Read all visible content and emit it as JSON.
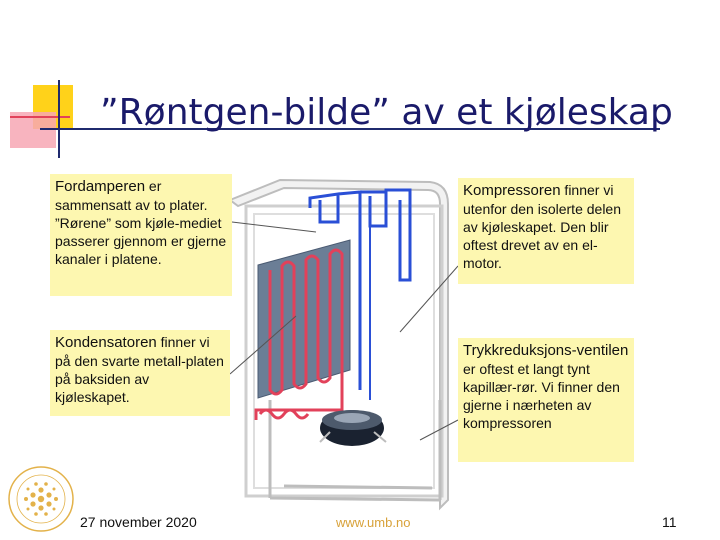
{
  "slide": {
    "title": "”Røntgen-bilde” av et kjøleskap"
  },
  "callouts": {
    "fordamper": {
      "head": "Fordamperen",
      "text": " er sammensatt av to plater. ”Rørene” som kjøle-mediet passerer gjennom er gjerne kanaler i platene."
    },
    "kompressor": {
      "head": "Kompressoren",
      "text": " finner vi utenfor den isolerte delen av kjøleskapet. Den blir oftest drevet av en el-motor."
    },
    "kondensator": {
      "head": "Kondensatoren",
      "text": " finner vi på den svarte metall-platen på baksiden av kjøleskapet."
    },
    "trykkreduksjon": {
      "head": "Trykkreduksjons-ventilen",
      "text": " er oftest et langt tynt kapillær-rør. Vi finner den gjerne i nærheten av kompressoren"
    }
  },
  "footer": {
    "date": "27 november 2020",
    "url": "www.umb.no",
    "page": "11"
  },
  "colors": {
    "title": "#1a1a6a",
    "callout_bg": "#fdf7b0",
    "hot_pipe": "#e2415a",
    "cold_pipe": "#2a4fd6",
    "accent_yellow": "#ffd21a"
  }
}
